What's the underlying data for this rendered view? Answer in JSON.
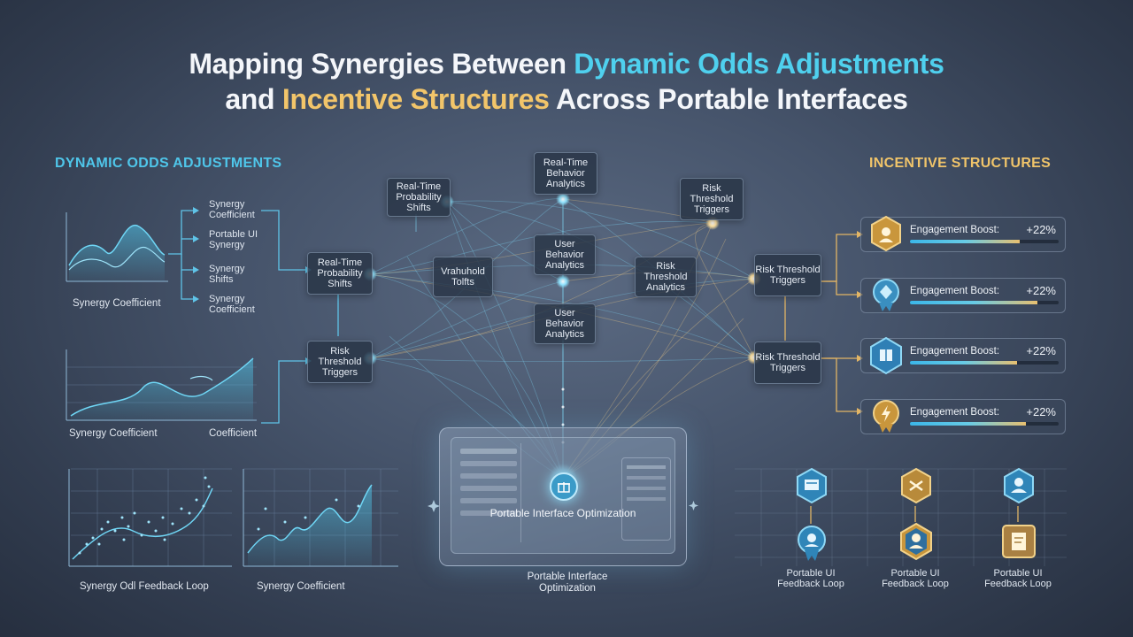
{
  "title": {
    "line1_pre": "Mapping Synergies Between ",
    "line1_accent": "Dynamic Odds Adjustments",
    "line2_pre": "and ",
    "line2_accent": "Incentive Structures",
    "line2_post": " Across Portable Interfaces"
  },
  "left_section": {
    "heading": "DYNAMIC ODDS ADJUSTMENTS",
    "chart1_caption": "Synergy Coefficient",
    "list_items": [
      "Synergy Coefficient",
      "Portable UI Synergy",
      "Synergy Shifts",
      "Synergy Coefficient"
    ],
    "chart2_caption_left": "Synergy Coefficient",
    "chart2_caption_right": "Coefficient",
    "chart3_caption": "Synergy Odl Feedback Loop",
    "chart4_caption": "Synergy Coefficient"
  },
  "center_nodes": {
    "rt_prob_top": "Real-Time Probability Shifts",
    "rt_behavior_top": "Real-Time Behavior Analytics",
    "risk_top": "Risk Threshold Triggers",
    "rt_prob_left": "Real-Time Probability Shifts",
    "risk_left": "Risk Threshold Triggers",
    "vrahuhold": "Vrahuhold Tolfts",
    "user_behavior_mid": "User Behavior Analytics",
    "risk_mid": "Risk Threshold Analytics",
    "user_behavior_low": "User Behavior Analytics",
    "risk_right_top": "Risk Threshold Triggers",
    "risk_right_low": "Risk Threshold Triggers"
  },
  "device": {
    "title": "Portable Interface Optimization",
    "caption": "Portable Interface Optimization"
  },
  "right_section": {
    "heading": "INCENTIVE STRUCTURES",
    "cards": [
      {
        "label": "Engagement Boost:",
        "value": "+22%",
        "fill": 0.74
      },
      {
        "label": "Engagement Boost:",
        "value": "+22%",
        "fill": 0.86
      },
      {
        "label": "Engagement Boost:",
        "value": "+22%",
        "fill": 0.72
      },
      {
        "label": "Engagement Boost:",
        "value": "+22%",
        "fill": 0.78
      }
    ],
    "feedback_captions": [
      "Portable UI Feedback Loop",
      "Portable UI Feedback Loop",
      "Portable UI Feedback Loop"
    ]
  },
  "colors": {
    "cyan_accent": "#4fd0ee",
    "gold_accent": "#f2c56a",
    "background": "#46546b"
  },
  "icons": [
    "medal-icon",
    "shield-icon",
    "hexagon-badge-icon",
    "gift-icon",
    "user-icon",
    "document-icon"
  ]
}
